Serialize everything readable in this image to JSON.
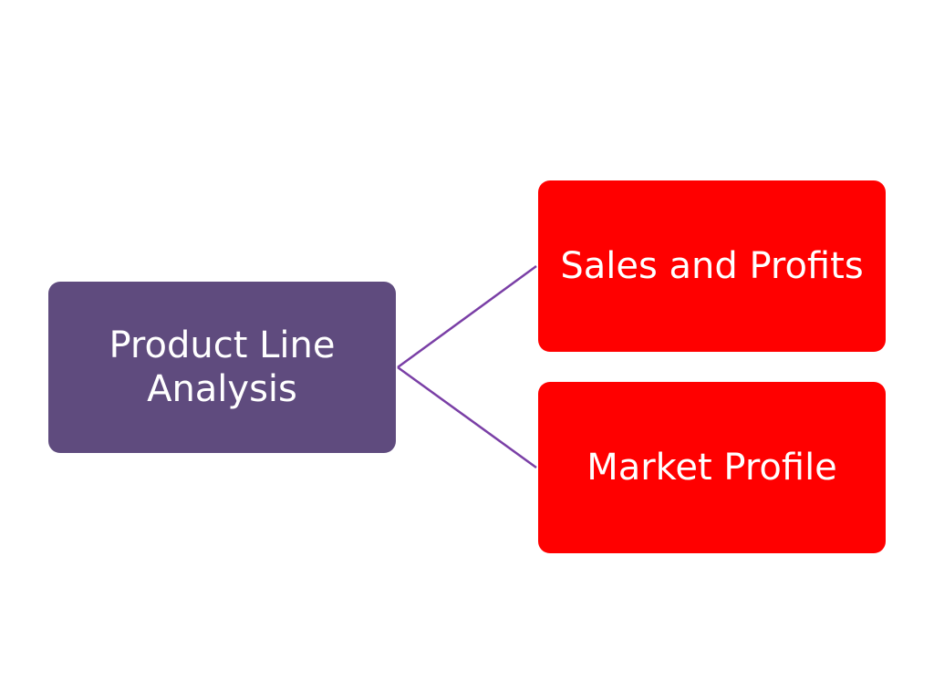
{
  "diagram": {
    "root": {
      "label": "Product Line\nAnalysis",
      "color": "#5f4b7e"
    },
    "children": [
      {
        "label": "Sales and Profits",
        "color": "#ff0000"
      },
      {
        "label": "Market Profile",
        "color": "#ff0000"
      }
    ],
    "connector_color": "#7a3fa6"
  }
}
